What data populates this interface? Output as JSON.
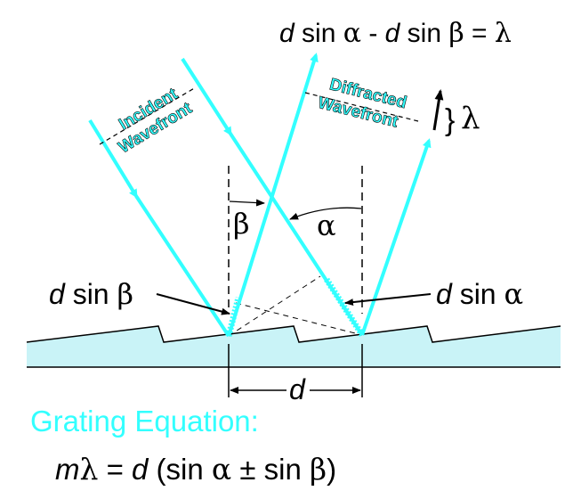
{
  "title": {
    "d1": "d",
    "sin1": " sin ",
    "alpha": "α",
    "minus": " - ",
    "d2": "d",
    "sin2": " sin ",
    "beta": "β",
    "equals": " = ",
    "lambda": "λ"
  },
  "labels": {
    "incident_line1": "Incident",
    "incident_line2": "Wavefront",
    "diffracted_line1": "Diffracted",
    "diffracted_line2": "Wavefront",
    "lambda_brace": "}",
    "lambda": "λ",
    "beta": "β",
    "alpha": "α",
    "d_sin_beta_d": "d",
    "d_sin_beta_rest": " sin ",
    "d_sin_beta_beta": "β",
    "d_sin_alpha_d": "d",
    "d_sin_alpha_rest": " sin ",
    "d_sin_alpha_alpha": "α",
    "d_spacing": "d"
  },
  "equation": {
    "heading": "Grating Equation:",
    "m": "m",
    "lambda": "λ",
    "eq": " = ",
    "d": "d",
    "rest": " (sin ",
    "alpha": "α",
    "pm": " ± sin ",
    "beta": "β",
    "close": ")"
  },
  "colors": {
    "beam": "#33ffff",
    "grating_fill": "#c9f3f7",
    "ink": "#000000"
  }
}
